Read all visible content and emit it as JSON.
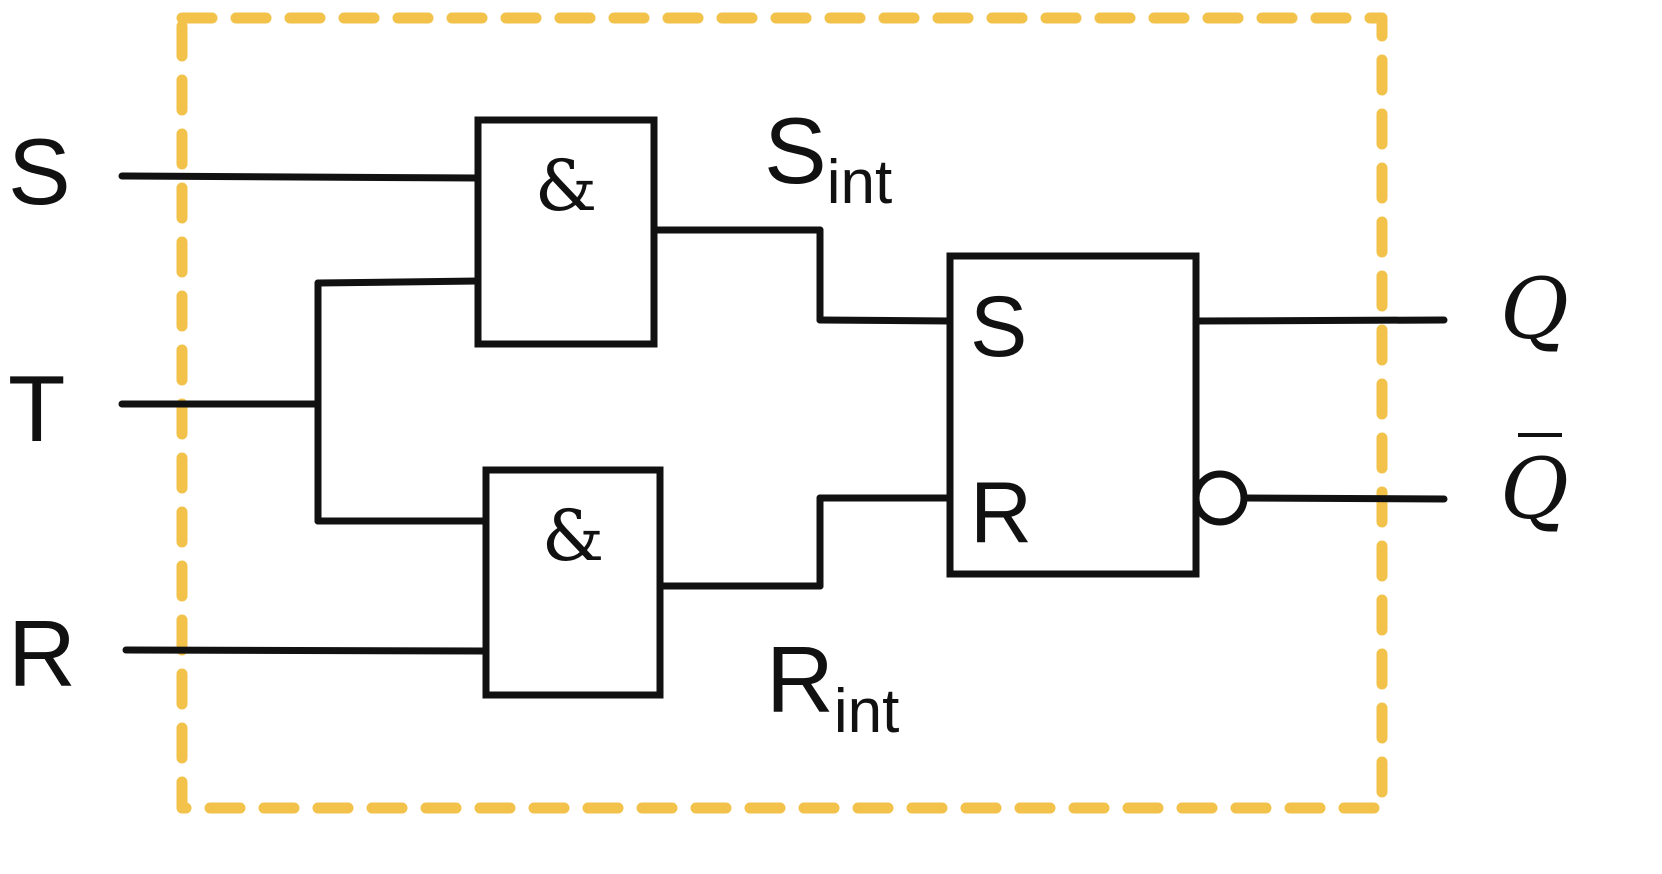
{
  "inputs": {
    "s": "S",
    "t": "T",
    "r": "R"
  },
  "gates": {
    "and_top_symbol": "&",
    "and_bottom_symbol": "&"
  },
  "internal_signals": {
    "s_int_main": "S",
    "s_int_sub": "int",
    "r_int_main": "R",
    "r_int_sub": "int"
  },
  "flipflop": {
    "set_pin": "S",
    "reset_pin": "R"
  },
  "outputs": {
    "q": "Q",
    "q_bar": "Q"
  },
  "colors": {
    "boundary": "#F2C24B",
    "ink": "#111111"
  }
}
